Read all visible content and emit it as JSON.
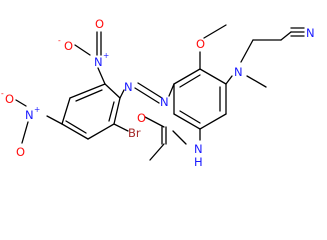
{
  "molecule": {
    "colors": {
      "bond": "#000000",
      "N": "#1a1aff",
      "O": "#ff0d0d",
      "Br": "#a52a2a",
      "C": "#000000"
    },
    "labels": {
      "nitro_top_n": "N",
      "nitro_top_charge": "+",
      "nitro_top_o": "O",
      "nitro_top_o_charge": "-",
      "nitro_top_o2": "O",
      "nitro_bottom_n": "N",
      "nitro_bottom_charge": "+",
      "nitro_bottom_o": "O",
      "nitro_bottom_o_charge": "-",
      "nitro_bottom_o2": "O",
      "bromo": "Br",
      "azo_n1": "N",
      "azo_n2": "N",
      "methoxy_o": "O",
      "amine_n": "N",
      "nitrile_n": "N",
      "amide_n": "N",
      "amide_h": "H",
      "amide_o": "O"
    }
  }
}
